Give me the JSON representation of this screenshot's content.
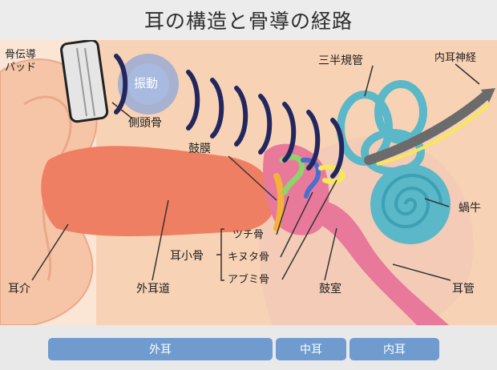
{
  "title": "耳の構造と骨導の経路",
  "labels": {
    "bone_pad": "骨伝導\nパッド",
    "vibration": "振動",
    "temporal_bone": "側頭骨",
    "semicircular": "三半規管",
    "inner_nerve": "内耳神経",
    "eardrum": "鼓膜",
    "cochlea": "蝸牛",
    "malleus": "ツチ骨",
    "incus": "キヌタ骨",
    "stapes": "アブミ骨",
    "ossicles": "耳小骨",
    "auricle": "耳介",
    "ear_canal": "外耳道",
    "tympanic_cavity": "鼓室",
    "eustachian": "耳管"
  },
  "regions": {
    "outer": "外耳",
    "middle": "中耳",
    "inner": "内耳"
  },
  "colors": {
    "skin": "#f8d2b4",
    "canal": "#ef7f62",
    "eustachian": "#e9799b",
    "inner_ear": "#5ab8c8",
    "wave": "#23275f",
    "region_bar": "#6f9bcf"
  }
}
